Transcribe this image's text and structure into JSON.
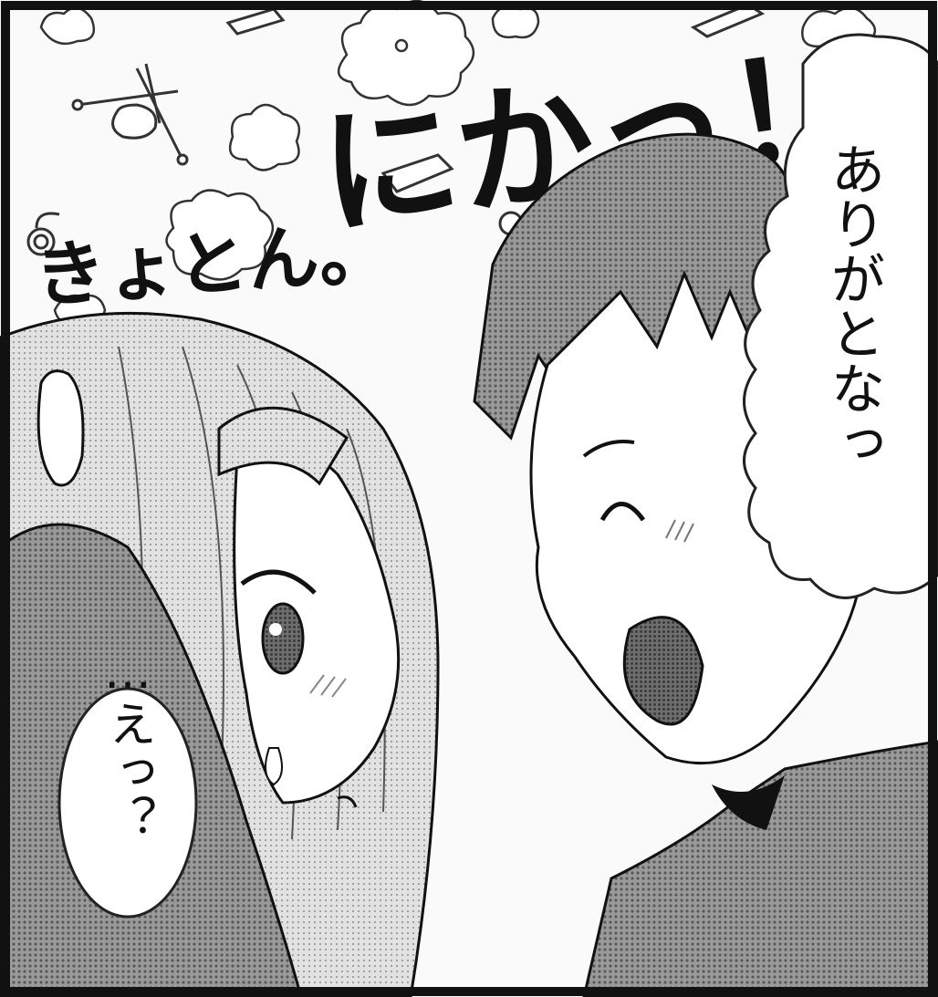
{
  "panel": {
    "sfx_nika": "にかっ！",
    "sfx_kyoton": "きょとん。",
    "speech_boy": "ありがとなっ",
    "speech_girl": "…えっ？"
  },
  "colors": {
    "ink": "#111111",
    "paper": "#ffffff",
    "screentone": "#8a8a8a",
    "screentone_dark": "#5e5e5e",
    "blush": "#b0b0b0"
  }
}
